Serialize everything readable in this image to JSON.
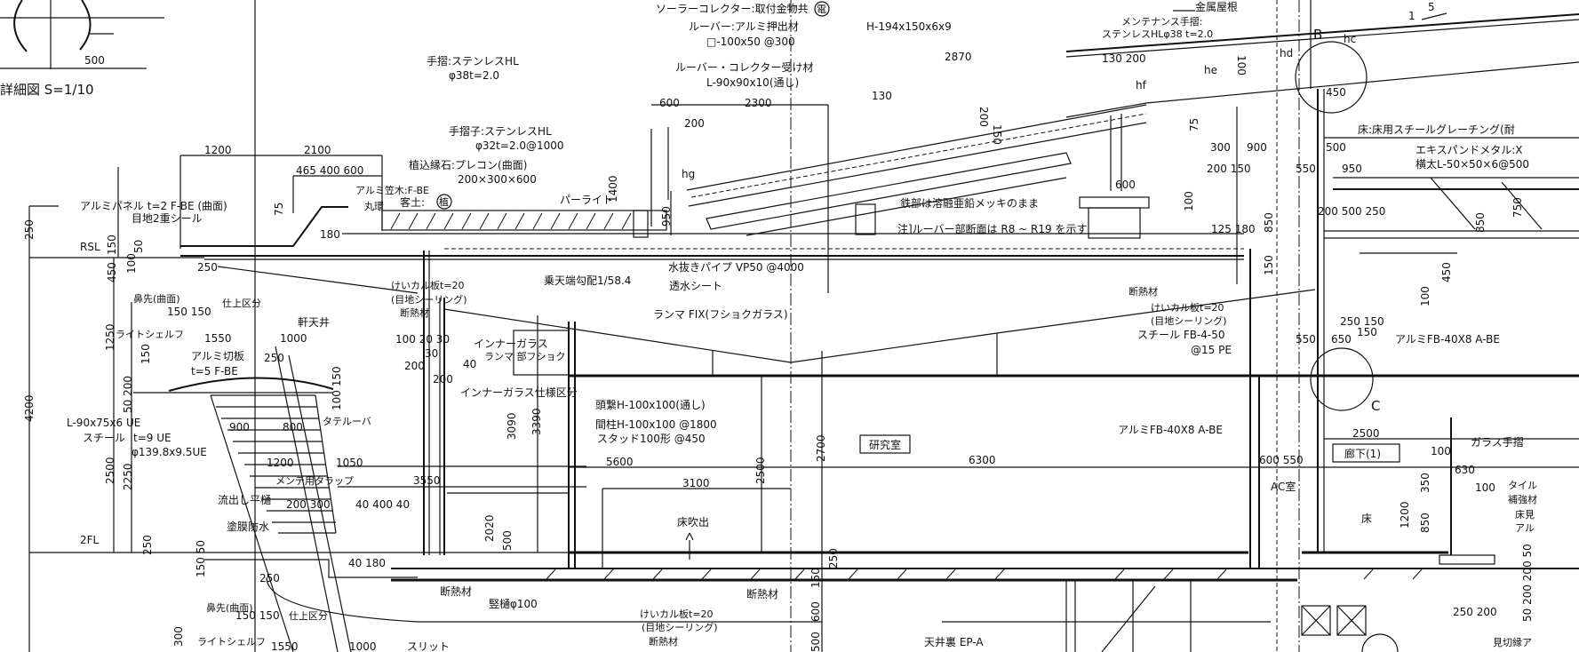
{
  "notes": {
    "title": "詳細図 S=1/10",
    "solar": "ソーラーコレクター:取付金物共",
    "solar_mark": "電",
    "louver1": "ルーバー:アルミ押出材",
    "louver2": "□-100x50 @300",
    "recv1": "ルーバー・コレクター受け材",
    "recv2": "L-90x90x10(通し)",
    "hbeam": "H-194x150x6x9",
    "rail1": "手摺:ステンレスHL",
    "rail2": "φ38t=2.0",
    "baluster1": "手摺子:ステンレスHL",
    "baluster2": "φ32t=2.0@1000",
    "curb1": "植込縁石:プレコン(曲面)",
    "curb2": "200×300×600",
    "soil": "客土:",
    "soil_mark": "植",
    "perlite": "パーライト",
    "coping": "アルミ笠木:F-BE",
    "ring": "丸環",
    "panel1": "アルミパネル t=2 F-BE (曲面)",
    "panel2": "目地2重シール",
    "rsl": "RSL",
    "fl2": "2FL",
    "nose1": "鼻先(曲面)",
    "finish1": "仕上区分",
    "calc1a": "けいカル板t=20",
    "calc1b": "(目地シーリング)",
    "insul1": "断熱材",
    "eaves": "軒天井",
    "parapet_slope": "乗天端勾配1/58.4",
    "drain": "水抜きパイプ VP50 @4000",
    "sheet": "透水シート",
    "ranma": "ランマ FIX(フショクガラス)",
    "galv": "鉄部は溶融亜鉛メッキのまま",
    "note_louver": "注]ルーバー部断面は R8 ~ R19 を示す",
    "metal_roof": "金属屋根",
    "maint1": "メンテナンス手摺:",
    "maint2": "ステンレスHLφ38 t=2.0",
    "slope_rise": "1",
    "slope_run": "5",
    "mark_b": "B",
    "hc": "hc",
    "hd": "hd",
    "he": "he",
    "hf": "hf",
    "hg": "hg",
    "mark_c": "C",
    "floor_grating": "床:床用スチールグレーチング(耐",
    "expanded1": "エキスパンドメタル:X",
    "expanded2": "横太L-50×50×6@500",
    "insul2": "断熱材",
    "calc2a": "けいカル板t=20",
    "calc2b": "(目地シーリング)",
    "steel_fb1": "スチール FB-4-50",
    "steel_fb2": "@15 PE",
    "alu_fb_a": "アルミFB-40X8 A-BE",
    "alu_fb_b": "アルミFB-40X8 A-BE",
    "corridor": "廊下(1)",
    "glass_rail": "ガラス手摺",
    "ac": "AC室",
    "floor": "床",
    "tile": "タイル",
    "reinforce": "補強材",
    "floor_edge": "床見",
    "alu": "アル",
    "trim": "見切縁ア",
    "inner_glass": "インナーガラス",
    "inner_ranma": "ランマ 部フショク",
    "inner_div": "インナーガラス仕様区分",
    "head_beam": "頭繋H-100x100(通し)",
    "stud1": "間柱H-100x100 @1800",
    "stud2": "スタッド100形 @450",
    "lab": "研究室",
    "floor_outlet": "床吹出",
    "insul3": "断熱材",
    "downpipe": "竪樋φ100",
    "calc3a": "けいカル板t=20",
    "calc3b": "(目地シーリング)",
    "insul4": "断熱材",
    "ceiling_space": "天井裏 EP-A",
    "light_shelf": "ライトシェルフ",
    "alu_plate1": "アルミ切板",
    "alu_plate2": "t=5 F-BE",
    "angle1": "L-90x75x6 UE",
    "steel": "スチール",
    "t9": "t=9 UE",
    "pipe": "φ139.8x9.5UE",
    "vert_louver": "タテルーバ",
    "ladder": "メンテ用タラップ",
    "gutter": "流出し平樋",
    "waterproof": "塗膜防水",
    "insul5": "断熱材",
    "nose2": "鼻先(曲面)",
    "finish2": "仕上区分",
    "light_shelf2": "ライトシェルフ",
    "slit": "スリット"
  },
  "dims": {
    "top": [
      "500",
      "1200",
      "2100",
      "465 400 600",
      "75",
      "180",
      "250",
      "150",
      "100",
      "50",
      "450",
      "250",
      "150 150"
    ],
    "roof": [
      "600",
      "2300",
      "200",
      "1400",
      "950",
      "2870",
      "130",
      "200",
      "150",
      "600"
    ],
    "right_top": [
      "130 200",
      "100",
      "450",
      "75",
      "300",
      "900",
      "500",
      "200 150",
      "550",
      "950"
    ],
    "right_mid": [
      "100",
      "200 500 250",
      "125 180",
      "850",
      "150",
      "750",
      "850",
      "450",
      "250 150",
      "100"
    ],
    "right_low": [
      "550",
      "650",
      "150",
      "2500",
      "100",
      "600 550",
      "630",
      "100",
      "1200",
      "350"
    ],
    "right_bottom": [
      "850",
      "50 200 200 50",
      "250 200"
    ],
    "left_mid": [
      "1250",
      "1550",
      "1000",
      "250",
      "100 150",
      "150",
      "4200",
      "50 200",
      "900",
      "800"
    ],
    "left_low": [
      "2500",
      "2250",
      "1200",
      "1050",
      "3550",
      "200 300",
      "40 400 40",
      "250",
      "40 180",
      "250"
    ],
    "left_bottom": [
      "150 150",
      "300",
      "1550",
      "1000",
      "150 50",
      "100 20 30",
      "30",
      "200",
      "40",
      "200"
    ],
    "center": [
      "3090",
      "3390",
      "5600",
      "3100",
      "2500",
      "2700",
      "6300",
      "250",
      "150",
      "600"
    ],
    "center2": [
      "500",
      "2020",
      "500"
    ]
  }
}
